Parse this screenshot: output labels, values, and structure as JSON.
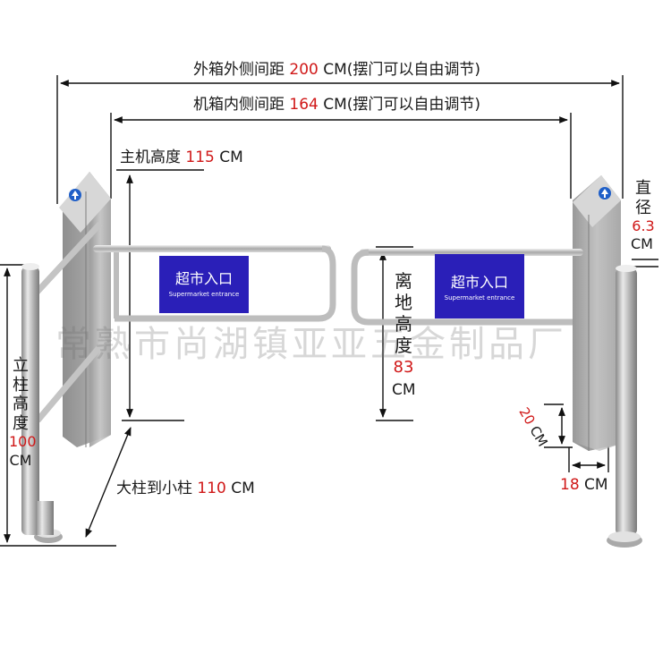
{
  "dimensions": {
    "outer_width": {
      "prefix": "外箱外侧间距 ",
      "value": "200",
      "suffix": " CM(摆门可以自由调节)"
    },
    "inner_width": {
      "prefix": "机箱内侧间距 ",
      "value": "164",
      "suffix": " CM(摆门可以自由调节)"
    },
    "host_height": {
      "prefix": "主机高度 ",
      "value": "115",
      "suffix": " CM"
    },
    "diameter": {
      "label": [
        "直",
        "径"
      ],
      "value": "6.3",
      "unit": "CM"
    },
    "gate_ground": {
      "label": [
        "离",
        "地",
        "高",
        "度"
      ],
      "value": "83",
      "unit": "CM"
    },
    "post_height": {
      "label": [
        "立",
        "柱",
        "高",
        "度"
      ],
      "value": "100",
      "unit": "CM"
    },
    "post_distance": {
      "prefix": "大柱到小柱 ",
      "value": "110",
      "suffix": " CM"
    },
    "box_depth": {
      "value": "20",
      "unit": "CM"
    },
    "box_width": {
      "value": "18",
      "unit": "CM"
    }
  },
  "panel": {
    "title": "超市入口",
    "subtitle": "Supermarket entrance"
  },
  "watermark": "常熟市尚湖镇亚亚五金制品厂",
  "colors": {
    "panel_blue": "#2a1fb8",
    "accent_red": "#d01818",
    "arrow_blue": "#1f5fc8"
  }
}
